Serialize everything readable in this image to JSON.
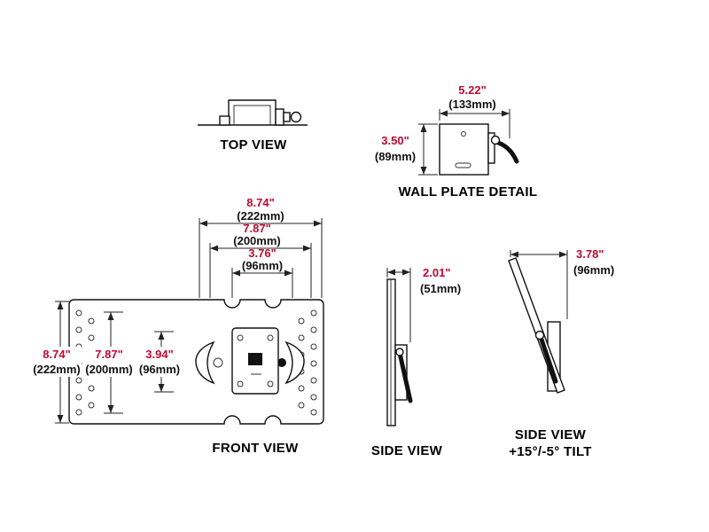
{
  "colors": {
    "dimension_red": "#bf0a30",
    "line_dark": "#1a1a1a"
  },
  "views": {
    "top_view": {
      "label": "TOP VIEW"
    },
    "wall_plate": {
      "label": "WALL PLATE DETAIL",
      "width_in": "5.22\"",
      "width_mm": "(133mm)",
      "height_in": "3.50\"",
      "height_mm": "(89mm)"
    },
    "front_view": {
      "label": "FRONT VIEW",
      "width_outer_in": "8.74\"",
      "width_outer_mm": "(222mm)",
      "width_mid_in": "7.87\"",
      "width_mid_mm": "(200mm)",
      "width_inner_in": "3.76\"",
      "width_inner_mm": "(96mm)",
      "height_outer_in": "8.74\"",
      "height_outer_mm": "(222mm)",
      "height_mid_in": "7.87\"",
      "height_mid_mm": "(200mm)",
      "height_inner_in": "3.94\"",
      "height_inner_mm": "(96mm)"
    },
    "side_view": {
      "label": "SIDE VIEW",
      "depth_in": "2.01\"",
      "depth_mm": "(51mm)"
    },
    "side_view_tilt": {
      "label_line1": "SIDE VIEW",
      "label_line2": "+15°/-5° TILT",
      "depth_in": "3.78\"",
      "depth_mm": "(96mm)"
    }
  }
}
